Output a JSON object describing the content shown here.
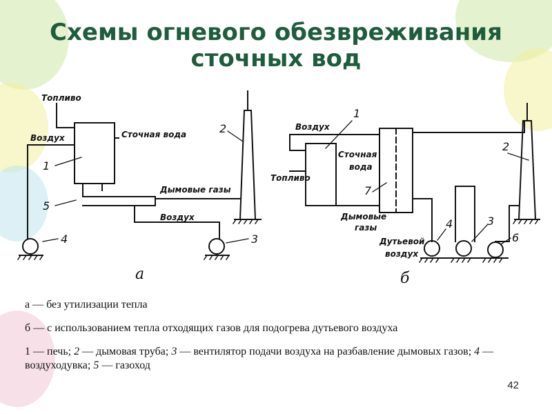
{
  "slide": {
    "title_line1": "Схемы огневого обезвреживания",
    "title_line2": "сточных вод",
    "page_number": "42"
  },
  "diagram_a": {
    "labels": {
      "fuel": "Топливо",
      "air_top": "Воздух",
      "waste_water": "Сточная вода",
      "flue_gases": "Дымовые газы",
      "air_bottom": "Воздух"
    },
    "numbers": [
      "1",
      "2",
      "3",
      "4",
      "5"
    ],
    "sub_label": "а"
  },
  "diagram_b": {
    "labels": {
      "air": "Воздух",
      "fuel": "Топливо",
      "waste_water_1": "Сточная",
      "waste_water_2": "вода",
      "flue_gases_1": "Дымовые",
      "flue_gases_2": "газы",
      "blower_air_1": "Дутьевой",
      "blower_air_2": "воздух"
    },
    "numbers": [
      "1",
      "2",
      "3",
      "4",
      "6",
      "7"
    ],
    "sub_label": "б"
  },
  "caption": {
    "line_a": "а — без утилизации тепла",
    "line_b": "б — с использованием тепла отходящих газов для подогрева дутьевого воздуха",
    "legend_1": "1 — печь; ",
    "legend_2_num": "2",
    "legend_2": " — дымовая труба; ",
    "legend_3_num": "3",
    "legend_3": " — вентилятор подачи воздуха на разбавление дымовых газов; ",
    "legend_4_num": "4",
    "legend_4": " — воздуходувка; ",
    "legend_5_num": "5",
    "legend_5": " — газоход"
  },
  "colors": {
    "title": "#1f5c3d",
    "line": "#111111",
    "balloon_green": "#cfe8a8",
    "balloon_yellow": "#f3eea0",
    "balloon_pink": "#f3c6d6",
    "balloon_blue": "#bfe3ee"
  }
}
